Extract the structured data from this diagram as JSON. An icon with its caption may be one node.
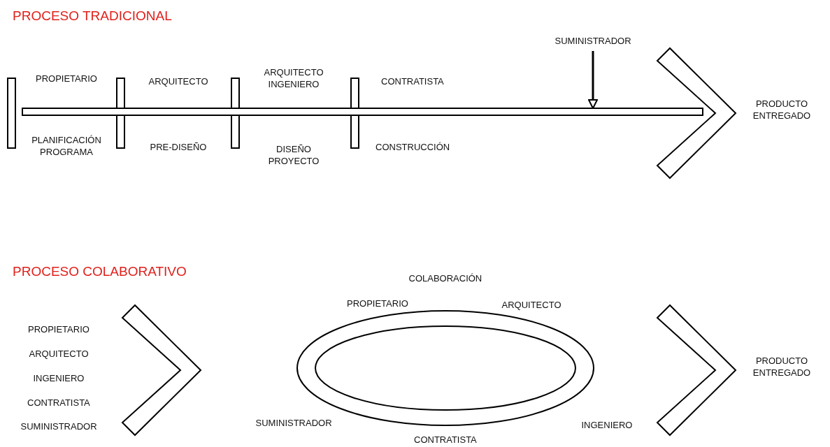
{
  "diagram": {
    "nodes": [
      {
        "text": [
          "SUMINISTRADOR"
        ]
      },
      {
        "text": [],
        "shape": "bar"
      },
      {
        "text": [],
        "shape": "chevron"
      },
      {
        "text": [],
        "shape": "chevron"
      },
      {
        "text": [],
        "shape": "ellipse"
      },
      {
        "text": [],
        "shape": "chevron"
      }
    ],
    "edges": [
      {
        "from": 0,
        "to": 1,
        "arrow": "to"
      }
    ],
    "labels": [
      "PROCESO TRADICIONAL",
      "PROPIETARIO",
      "ARQUITECTO",
      "ARQUITECTO INGENIERO",
      "CONTRATISTA",
      "PLANIFICACIÓN PROGRAMA",
      "PRE-DISEÑO",
      "DISEÑO PROYECTO",
      "CONSTRUCCIÓN",
      "PRODUCTO ENTREGADO",
      "PROCESO COLABORATIVO",
      "COLABORACIÓN",
      "PROPIETARIO",
      "ARQUITECTO",
      "PROPIETARIO",
      "ARQUITECTO",
      "INGENIERO",
      "PRODUCTO ENTREGADO",
      "CONTRATISTA",
      "SUMINISTRADOR",
      "INGENIERO",
      "SUMINISTRADOR",
      "CONTRATISTA"
    ]
  }
}
